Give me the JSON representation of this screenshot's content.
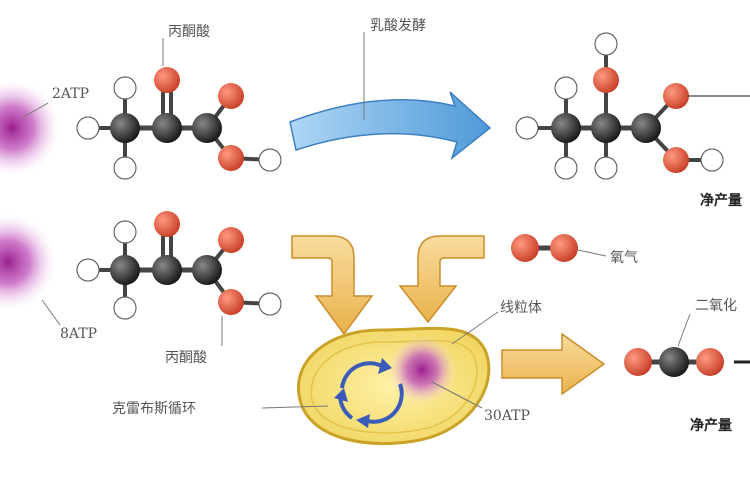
{
  "labels": {
    "pyruvate_top": "丙酮酸",
    "pyruvate_bottom": "丙酮酸",
    "atp_top": "2ATP",
    "atp_bottom": "8ATP",
    "lactic_fermentation": "乳酸发酵",
    "oxygen": "氧气",
    "mitochondria": "线粒体",
    "krebs_cycle": "克雷布斯循环",
    "atp_mito": "30ATP",
    "carbon_dioxide_partial": "二氧化",
    "net_product_top_partial": "净产量",
    "net_product_bottom_partial": "净产量"
  },
  "colors": {
    "oxygen_atom": "#d9553c",
    "carbon_atom": "#2e2e2e",
    "hydrogen_atom": "#ffffff",
    "blue_arrow": "#7fb8e6",
    "yellow_arrow": "#f2c46c",
    "mitochondria_fill": "#f5e27a",
    "mitochondria_outline": "#c9a227",
    "krebs_arrow": "#3a5bb8",
    "atp_burst": "#b23aa8"
  }
}
